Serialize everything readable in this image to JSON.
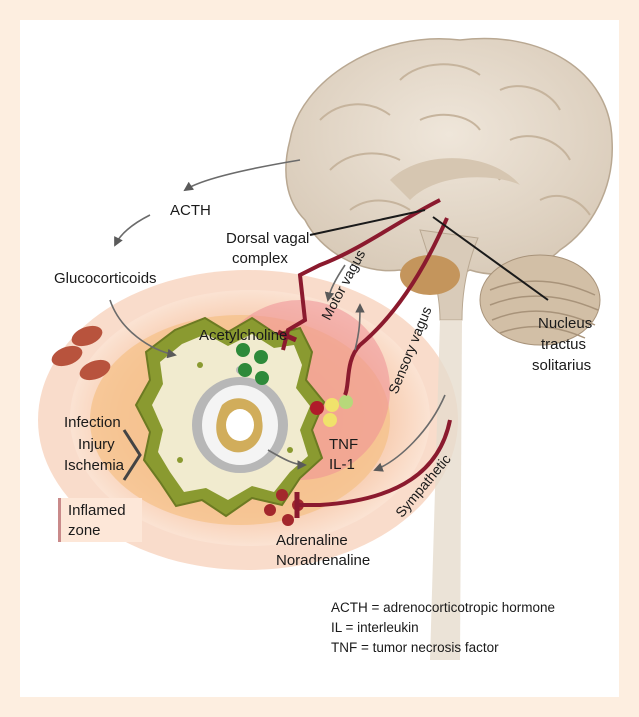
{
  "labels": {
    "acth": "ACTH",
    "glucocorticoids": "Glucocorticoids",
    "dorsal_vagal_line1": "Dorsal vagal",
    "dorsal_vagal_line2": "complex",
    "nucleus_line1": "Nucleus",
    "nucleus_line2": "tractus",
    "nucleus_line3": "solitarius",
    "acetylcholine": "Acetylcholine",
    "motor_vagus": "Motor vagus",
    "sensory_vagus": "Sensory vagus",
    "sympathetic": "Sympathetic",
    "infection": "Infection",
    "injury": "Injury",
    "ischemia": "Ischemia",
    "tnf": "TNF",
    "il1": "IL-1",
    "inflamed_line1": "Inflamed",
    "inflamed_line2": "zone",
    "adrenaline": "Adrenaline",
    "noradrenaline": "Noradrenaline"
  },
  "legend": [
    "ACTH = adrenocorticotropic hormone",
    "IL = interleukin",
    "TNF = tumor necrosis factor"
  ],
  "colors": {
    "background": "#fdeee0",
    "nerve": "#8b1a2e",
    "brain": "#e9ded0",
    "inflamed": "#f6c9a8",
    "cell": "#9aaa3a",
    "arrow": "#6b6b6b"
  }
}
